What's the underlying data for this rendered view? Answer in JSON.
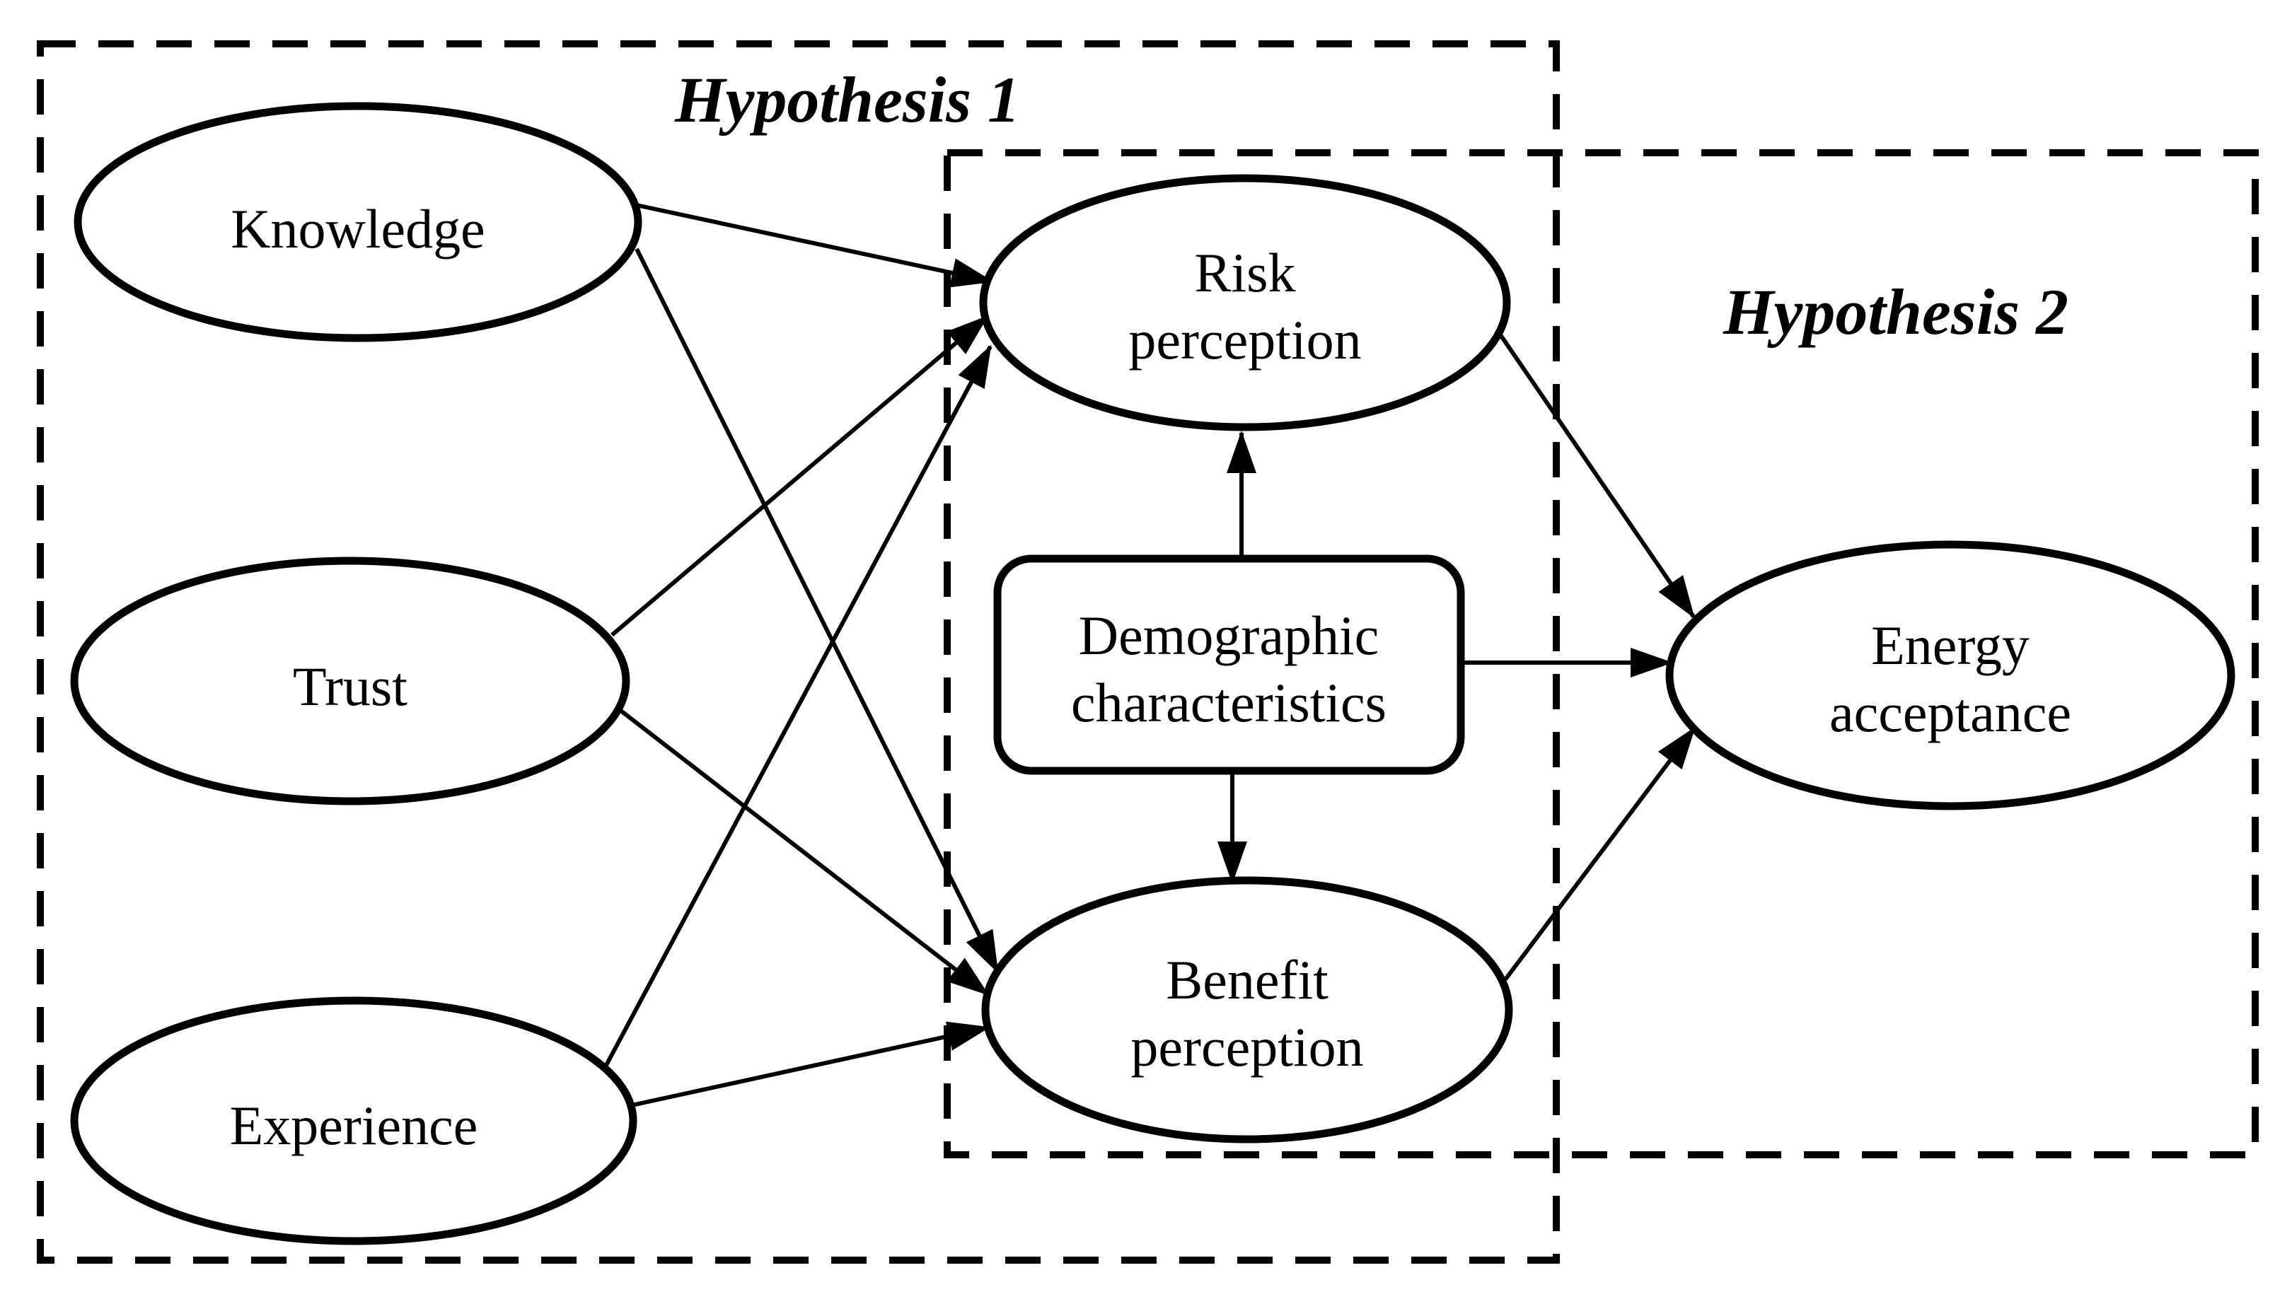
{
  "diagram": {
    "type": "conceptual-model-diagram",
    "background_color": "#ffffff",
    "line_color": "#000000",
    "groups": {
      "h1": {
        "label": "Hypothesis 1"
      },
      "h2": {
        "label": "Hypothesis 2"
      }
    },
    "nodes": {
      "knowledge": {
        "shape": "ellipse",
        "label": "Knowledge"
      },
      "trust": {
        "shape": "ellipse",
        "label": "Trust"
      },
      "experience": {
        "shape": "ellipse",
        "label": "Experience"
      },
      "risk_perception": {
        "shape": "ellipse",
        "line1": "Risk",
        "line2": "perception"
      },
      "benefit_perception": {
        "shape": "ellipse",
        "line1": "Benefit",
        "line2": "perception"
      },
      "demographic_characteristics": {
        "shape": "rounded-rect",
        "line1": "Demographic",
        "line2": "characteristics"
      },
      "energy_acceptance": {
        "shape": "ellipse",
        "line1": "Energy",
        "line2": "acceptance"
      }
    },
    "edges": [
      {
        "from": "Knowledge",
        "to": "Risk perception"
      },
      {
        "from": "Knowledge",
        "to": "Benefit perception"
      },
      {
        "from": "Trust",
        "to": "Risk perception"
      },
      {
        "from": "Trust",
        "to": "Benefit perception"
      },
      {
        "from": "Experience",
        "to": "Risk perception"
      },
      {
        "from": "Experience",
        "to": "Benefit perception"
      },
      {
        "from": "Demographic characteristics",
        "to": "Risk perception"
      },
      {
        "from": "Demographic characteristics",
        "to": "Benefit perception"
      },
      {
        "from": "Demographic characteristics",
        "to": "Energy acceptance"
      },
      {
        "from": "Risk perception",
        "to": "Energy acceptance"
      },
      {
        "from": "Benefit perception",
        "to": "Energy acceptance"
      }
    ]
  }
}
